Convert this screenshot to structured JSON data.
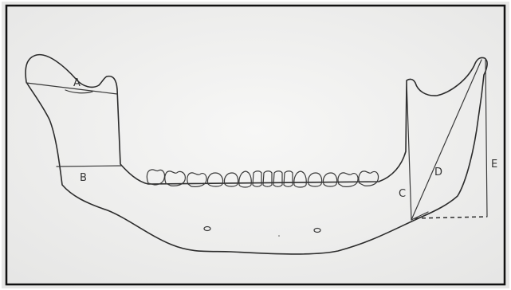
{
  "diagram": {
    "labels": {
      "a": "A",
      "b": "B",
      "c": "C",
      "d": "D",
      "e": "E"
    },
    "colors": {
      "paper": "#f1f1f0",
      "border": "#111111",
      "ink": "#2c2c2c"
    }
  }
}
